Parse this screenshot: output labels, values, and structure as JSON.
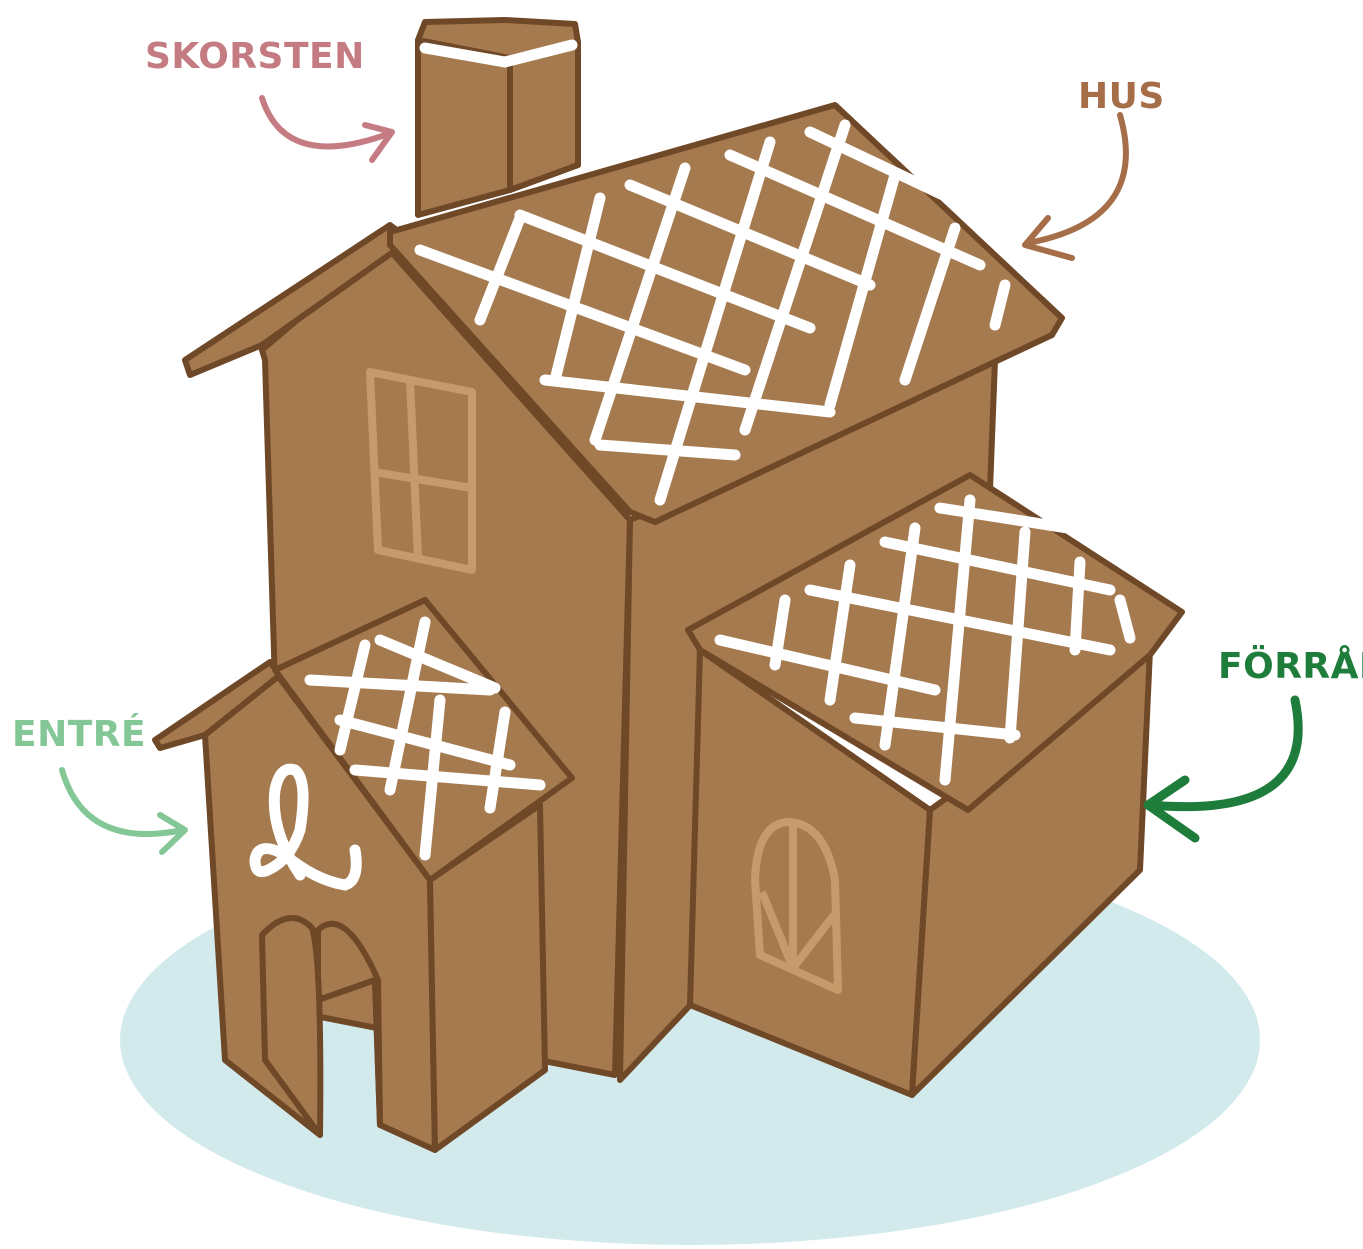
{
  "labels": {
    "chimney": "SKORSTEN",
    "house": "HUS",
    "entrance": "ENTRÉ",
    "storage": "FÖRRÅD"
  },
  "colors": {
    "chimney_label": "#c47b82",
    "house_label": "#a66e48",
    "entrance_label": "#84c796",
    "storage_label": "#1f7d3b",
    "gingerbread": "#a67a4f",
    "gingerbread_outline": "#6f4827",
    "icing": "#ffffff",
    "window": "#c69b6c",
    "ground": "#d2eaec"
  }
}
